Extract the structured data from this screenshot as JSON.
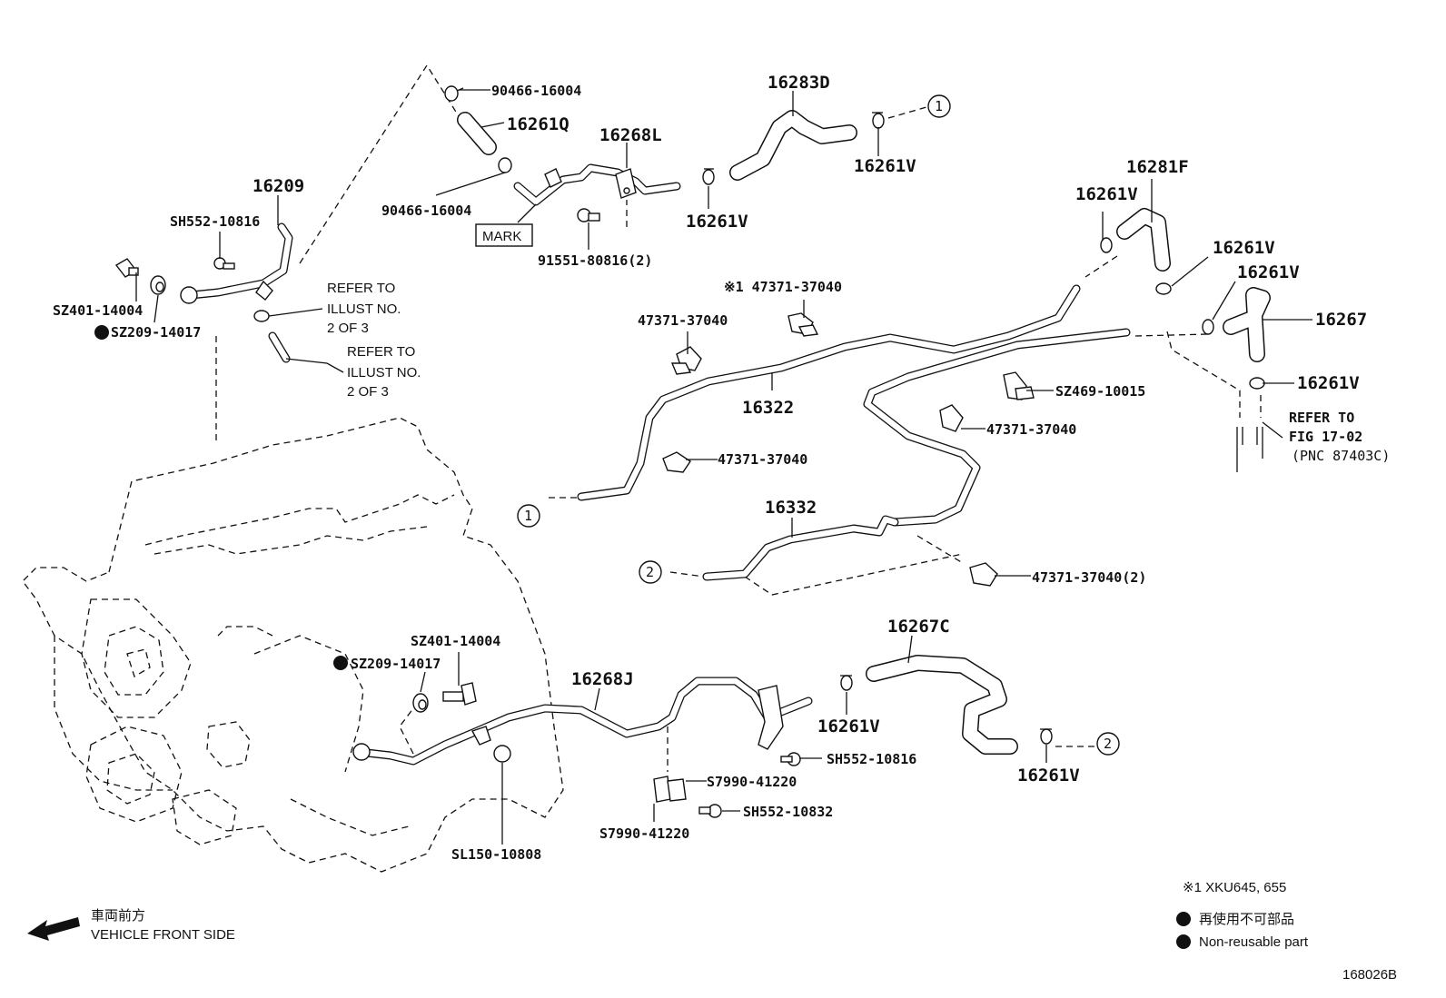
{
  "labels": {
    "p_90466_top": "90466-16004",
    "p_16261Q": "16261Q",
    "p_16268L": "16268L",
    "p_16283D": "16283D",
    "p_16261V_a": "16261V",
    "p_16261V_b": "16261V",
    "p_90466_bot": "90466-16004",
    "mark": "MARK",
    "p_91551": "91551-80816(2)",
    "p_16209": "16209",
    "p_SH552_top": "SH552-10816",
    "p_SZ401_top": "SZ401-14004",
    "p_SZ209_top": "SZ209-14017",
    "refer1_l1": "REFER TO",
    "refer1_l2": "ILLUST NO.",
    "refer1_l3": "2 OF 3",
    "refer2_l1": "REFER TO",
    "refer2_l2": "ILLUST NO.",
    "refer2_l3": "2 OF 3",
    "p_16281F": "16281F",
    "p_16261V_c": "16261V",
    "p_16261V_d": "16261V",
    "p_16261V_e": "16261V",
    "p_16267": "16267",
    "p_16261V_f": "16261V",
    "refer3_l1": "REFER TO",
    "refer3_l2": "FIG 17-02",
    "refer3_l3": "(PNC 87403C)",
    "p_47371_star": "※1 47371-37040",
    "p_47371_a": "47371-37040",
    "p_16322": "16322",
    "p_SZ469": "SZ469-10015",
    "p_47371_b": "47371-37040",
    "p_47371_c": "47371-37040",
    "p_16332": "16332",
    "p_47371_d": "47371-37040(2)",
    "p_16267C": "16267C",
    "p_SZ401_bot": "SZ401-14004",
    "p_SZ209_bot": "SZ209-14017",
    "p_16268J": "16268J",
    "p_16261V_g": "16261V",
    "p_SH552_10816": "SH552-10816",
    "p_16261V_h": "16261V",
    "p_S7990_r": "S7990-41220",
    "p_SH552_10832": "SH552-10832",
    "p_S7990_l": "S7990-41220",
    "p_SL150": "SL150-10808",
    "circle_1": "1",
    "circle_2": "2",
    "front_jp": "車両前方",
    "front_en": "VEHICLE FRONT SIDE",
    "note1": "※1 XKU645, 655",
    "note_jp": "再使用不可部品",
    "note_en": "Non-reusable part",
    "fig_no": "168026B"
  }
}
